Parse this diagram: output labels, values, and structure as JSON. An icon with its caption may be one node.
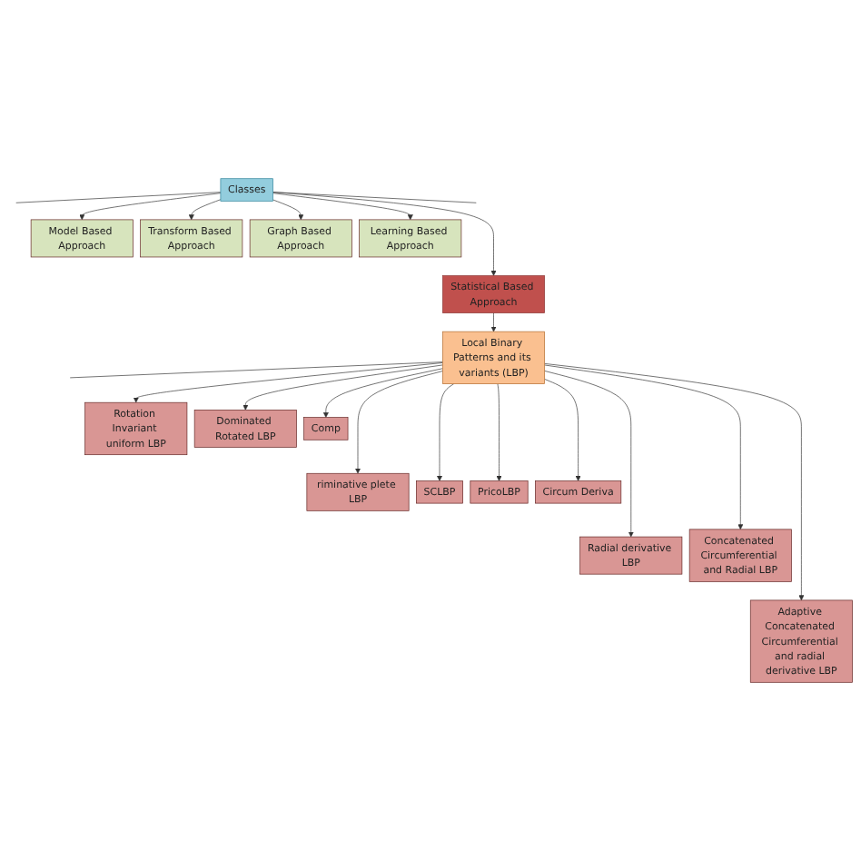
{
  "diagram": {
    "nodes": [
      {
        "text": [
          "Classes"
        ]
      },
      {
        "text": [
          "Model Based Approach"
        ]
      },
      {
        "text": [
          "Transform Based Approach"
        ]
      },
      {
        "text": [
          "Graph Based Approach"
        ]
      },
      {
        "text": [
          "Learning Based Approach"
        ]
      },
      {
        "text": [
          "Statistical Based Approach"
        ]
      },
      {
        "text": [
          "Local Binary Patterns and its variants (LBP)"
        ]
      },
      {
        "text": [
          "Rotation Invariant uniform LBP"
        ]
      },
      {
        "text": [
          "Dominated Rotated LBP"
        ]
      },
      {
        "text": [
          "Comp"
        ]
      },
      {
        "text": [
          "riminative plete LBP"
        ]
      },
      {
        "text": [
          "SCLBP"
        ]
      },
      {
        "text": [
          "PricoLBP"
        ]
      },
      {
        "text": [
          "Circum Deriva"
        ]
      },
      {
        "text": [
          "Radial derivative LBP"
        ]
      },
      {
        "text": [
          "Concatenated Circumferential and Radial LBP"
        ]
      },
      {
        "text": [
          "Adaptive Concatenated Circumferential and radial derivative LBP"
        ]
      }
    ],
    "edges": [
      {
        "from": 0,
        "to": null,
        "arrow": "none"
      },
      {
        "from": 0,
        "to": 1,
        "arrow": "to"
      },
      {
        "from": 0,
        "to": 2,
        "arrow": "to"
      },
      {
        "from": 0,
        "to": 5,
        "arrow": "to"
      },
      {
        "from": 0,
        "to": 3,
        "arrow": "to"
      },
      {
        "from": 0,
        "to": 4,
        "arrow": "to"
      },
      {
        "from": 0,
        "to": null,
        "arrow": "none"
      },
      {
        "from": 5,
        "to": 6,
        "arrow": "to"
      },
      {
        "from": 6,
        "to": null,
        "arrow": "none"
      },
      {
        "from": 6,
        "to": 7,
        "arrow": "to"
      },
      {
        "from": 6,
        "to": 8,
        "arrow": "to"
      },
      {
        "from": 6,
        "to": 9,
        "arrow": "to"
      },
      {
        "from": 6,
        "to": 10,
        "arrow": "to"
      },
      {
        "from": 6,
        "to": 11,
        "arrow": "to"
      },
      {
        "from": 6,
        "to": 12,
        "arrow": "to"
      },
      {
        "from": 6,
        "to": 13,
        "arrow": "to"
      },
      {
        "from": 6,
        "to": 14,
        "arrow": "to"
      },
      {
        "from": 6,
        "to": 15,
        "arrow": "to"
      },
      {
        "from": 6,
        "to": 16,
        "arrow": "to"
      }
    ]
  }
}
